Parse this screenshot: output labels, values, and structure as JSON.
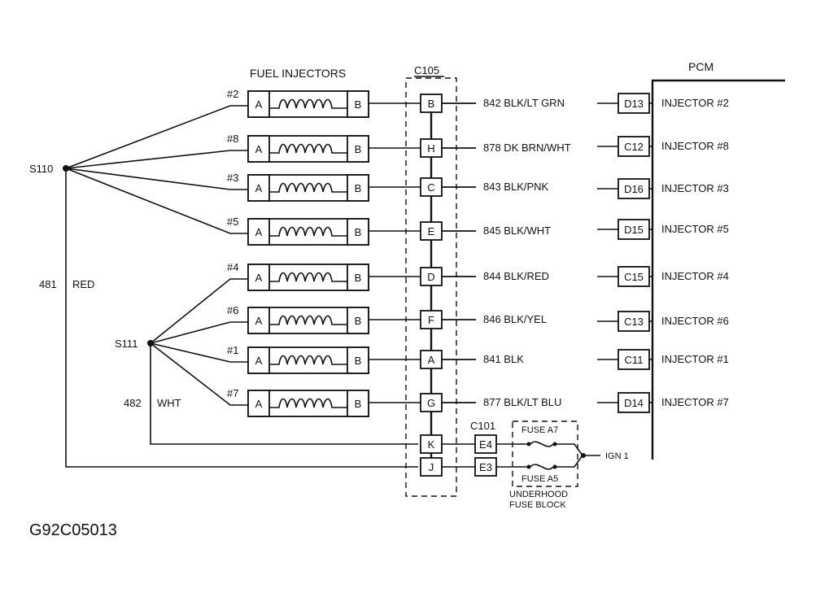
{
  "diagram": {
    "figure_id": "G92C05013",
    "header_fuel_injectors": "FUEL INJECTORS",
    "connector_c105": "C105",
    "connector_c101": "C101",
    "pcm_label": "PCM",
    "splice_s110": "S110",
    "splice_s111": "S111",
    "wire_481": {
      "circuit": "481",
      "color": "RED"
    },
    "wire_482": {
      "circuit": "482",
      "color": "WHT"
    },
    "fuse_a7": "FUSE A7",
    "fuse_a5": "FUSE A5",
    "ign_label": "IGN 1",
    "underhood_line1": "UNDERHOOD",
    "underhood_line2": "FUSE BLOCK",
    "c101_pins": [
      "E4",
      "E3"
    ],
    "c105_power_pins": [
      "K",
      "J"
    ],
    "injector_pin_a": "A",
    "injector_pin_b": "B",
    "injectors": [
      {
        "num": "#2",
        "c105": "B",
        "wire": "842 BLK/LT GRN",
        "pcm_pin": "D13",
        "pcm_label": "INJECTOR #2"
      },
      {
        "num": "#8",
        "c105": "H",
        "wire": "878 DK BRN/WHT",
        "pcm_pin": "C12",
        "pcm_label": "INJECTOR #8"
      },
      {
        "num": "#3",
        "c105": "C",
        "wire": "843 BLK/PNK",
        "pcm_pin": "D16",
        "pcm_label": "INJECTOR #3"
      },
      {
        "num": "#5",
        "c105": "E",
        "wire": "845 BLK/WHT",
        "pcm_pin": "D15",
        "pcm_label": "INJECTOR #5"
      },
      {
        "num": "#4",
        "c105": "D",
        "wire": "844 BLK/RED",
        "pcm_pin": "C15",
        "pcm_label": "INJECTOR #4"
      },
      {
        "num": "#6",
        "c105": "F",
        "wire": "846 BLK/YEL",
        "pcm_pin": "C13",
        "pcm_label": "INJECTOR #6"
      },
      {
        "num": "#1",
        "c105": "A",
        "wire": "841 BLK",
        "pcm_pin": "C11",
        "pcm_label": "INJECTOR #1"
      },
      {
        "num": "#7",
        "c105": "G",
        "wire": "877 BLK/LT BLU",
        "pcm_pin": "D14",
        "pcm_label": "INJECTOR #7"
      }
    ]
  }
}
